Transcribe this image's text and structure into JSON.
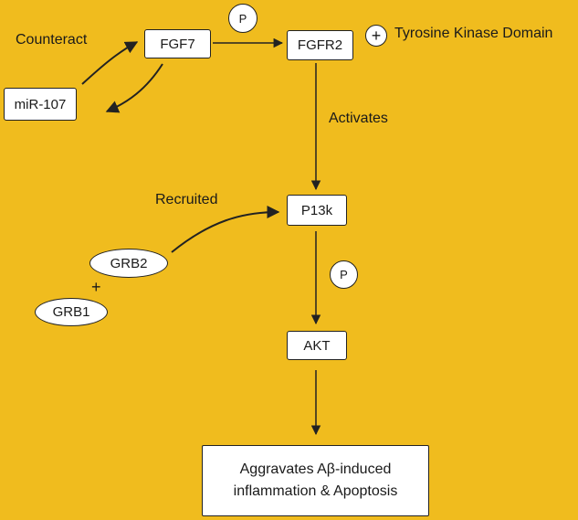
{
  "nodes": {
    "fgf7": "FGF7",
    "fgfr2": "FGFR2",
    "mir107": "miR-107",
    "p13k": "P13k",
    "akt": "AKT",
    "grb2": "GRB2",
    "grb1": "GRB1",
    "phospho_top": "P",
    "phospho_mid": "P",
    "plus_tk": "+",
    "outcome_line1": "Aggravates Aβ-induced",
    "outcome_line2": "inflammation & Apoptosis"
  },
  "labels": {
    "counteract": "Counteract",
    "tyrosine_kinase": "Tyrosine Kinase Domain",
    "activates": "Activates",
    "recruited": "Recruited",
    "grb_plus": "+"
  },
  "colors": {
    "background": "#F0BC1E",
    "node_fill": "#ffffff",
    "stroke": "#222222"
  }
}
